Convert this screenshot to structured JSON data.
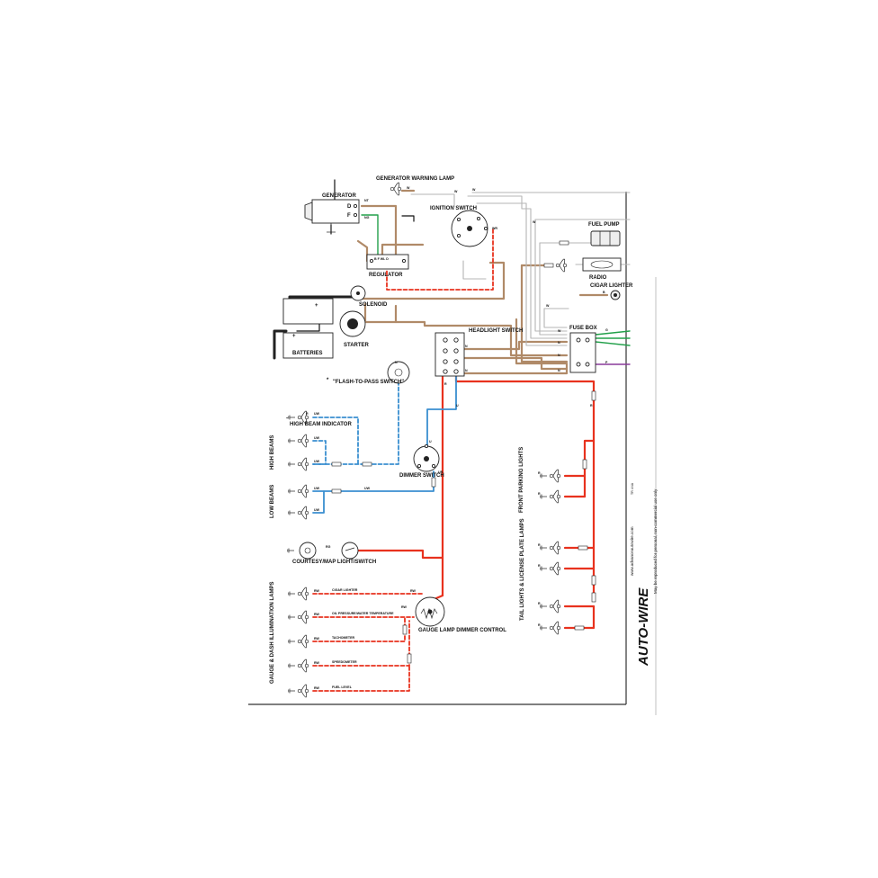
{
  "components": {
    "generator_warning_lamp": "GENERATOR WARNING LAMP",
    "generator": "GENERATOR",
    "generator_term_d": "D",
    "generator_term_f": "F",
    "ignition_switch": "IGNITION SWITCH",
    "fuel_pump": "FUEL PUMP",
    "regulator": "REGULATOR",
    "regulator_terminals": "B F WL D",
    "radio": "RADIO",
    "cigar_lighter": "CIGAR LIGHTER",
    "solenoid": "SOLENOID",
    "starter": "STARTER",
    "batteries": "BATTERIES",
    "fuse_box": "FUSE BOX",
    "headlight_switch": "HEADLIGHT SWITCH",
    "flash_to_pass_switch": "\"FLASH-TO-PASS SWITCH\"",
    "flash_asterisk": "*",
    "high_beam_indicator": "HIGH BEAM INDICATOR",
    "high_beams": "HIGH BEAMS",
    "low_beams": "LOW BEAMS",
    "dimmer_switch": "DIMMER SWITCH",
    "front_parking_lights": "FRONT PARKING LIGHTS",
    "courtesy_map_light_switch": "COURTESY/MAP LIGHT/SWITCH",
    "gauge_lamp_dimmer_control": "GAUGE LAMP DIMMER CONTROL",
    "gauge_dash_illumination_lamps": "GAUGE & DASH ILLUMINATION LAMPS",
    "tail_lights_license_plate_lamps": "TAIL LIGHTS & LICENSE PLATE LAMPS"
  },
  "gauge_lamps": [
    "CIGAR LIGHTER",
    "OIL PRESSURE/WATER TEMPERATURE",
    "TACHOMETER",
    "SPEEDOMETER",
    "FUEL LEVEL"
  ],
  "wire_codes": {
    "nt": "NT",
    "w": "W",
    "ng": "NG",
    "wr": "WR",
    "n": "N",
    "u": "U",
    "uw": "UW",
    "ur": "UR",
    "r": "R",
    "rw": "RW",
    "rg": "RG",
    "g": "G",
    "p": "P",
    "b": "B"
  },
  "ground_symbol": "+",
  "side_panel": {
    "brand": "AUTO-WIRE",
    "website": "www.advanceautowire.com",
    "notice": "May be reproduced for personal, non-commercial use only",
    "code": "TR 4/4A"
  },
  "colors": {
    "tan": "#b08a68",
    "red": "#e8321e",
    "blue": "#3a8fd0",
    "grey": "#b5b5b5",
    "green": "#22a04a",
    "purple": "#8a3a9a",
    "black": "#111111"
  }
}
